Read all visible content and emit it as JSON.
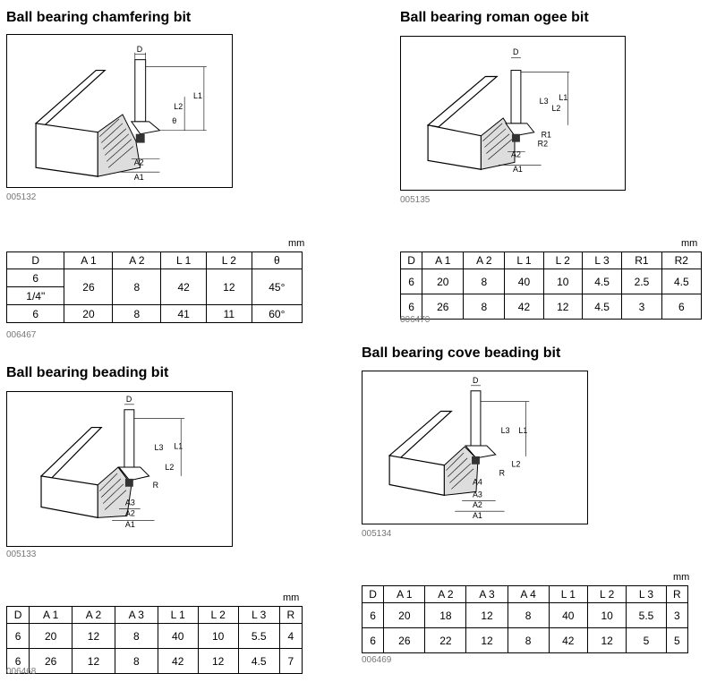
{
  "sections": {
    "chamfer": {
      "title": "Ball bearing chamfering bit",
      "fig_code": "005132",
      "table_code": "006467",
      "unit": "mm",
      "headers": [
        "D",
        "A 1",
        "A 2",
        "L 1",
        "L 2",
        "θ"
      ],
      "rows": [
        {
          "d1": "6",
          "d2": "1/4\"",
          "a1": "26",
          "a2": "8",
          "l1": "42",
          "l2": "12",
          "theta": "45°"
        },
        {
          "d": "6",
          "a1": "20",
          "a2": "8",
          "l1": "41",
          "l2": "11",
          "theta": "60°"
        }
      ],
      "fig_labels": {
        "d": "D",
        "l1": "L1",
        "l2": "L2",
        "a1": "A1",
        "a2": "A2",
        "theta": "θ"
      }
    },
    "roman_ogee": {
      "title": "Ball bearing roman ogee bit",
      "fig_code": "005135",
      "table_code": "006470",
      "unit": "mm",
      "headers": [
        "D",
        "A 1",
        "A 2",
        "L 1",
        "L 2",
        "L 3",
        "R1",
        "R2"
      ],
      "rows": [
        [
          "6",
          "20",
          "8",
          "40",
          "10",
          "4.5",
          "2.5",
          "4.5"
        ],
        [
          "6",
          "26",
          "8",
          "42",
          "12",
          "4.5",
          "3",
          "6"
        ]
      ],
      "fig_labels": {
        "d": "D",
        "l1": "L1",
        "l2": "L2",
        "l3": "L3",
        "a1": "A1",
        "a2": "A2",
        "r1": "R1",
        "r2": "R2"
      }
    },
    "beading": {
      "title": "Ball bearing beading bit",
      "fig_code": "005133",
      "table_code": "006468",
      "unit": "mm",
      "headers": [
        "D",
        "A 1",
        "A 2",
        "A 3",
        "L 1",
        "L 2",
        "L 3",
        "R"
      ],
      "rows": [
        [
          "6",
          "20",
          "12",
          "8",
          "40",
          "10",
          "5.5",
          "4"
        ],
        [
          "6",
          "26",
          "12",
          "8",
          "42",
          "12",
          "4.5",
          "7"
        ]
      ],
      "fig_labels": {
        "d": "D",
        "l1": "L1",
        "l2": "L2",
        "l3": "L3",
        "a1": "A1",
        "a2": "A2",
        "a3": "A3",
        "r": "R"
      }
    },
    "cove_beading": {
      "title": "Ball bearing cove beading bit",
      "fig_code": "005134",
      "table_code": "006469",
      "unit": "mm",
      "headers": [
        "D",
        "A 1",
        "A 2",
        "A 3",
        "A 4",
        "L 1",
        "L 2",
        "L 3",
        "R"
      ],
      "rows": [
        [
          "6",
          "20",
          "18",
          "12",
          "8",
          "40",
          "10",
          "5.5",
          "3"
        ],
        [
          "6",
          "26",
          "22",
          "12",
          "8",
          "42",
          "12",
          "5",
          "5"
        ]
      ],
      "fig_labels": {
        "d": "D",
        "l1": "L1",
        "l2": "L2",
        "l3": "L3",
        "a1": "A1",
        "a2": "A2",
        "a3": "A3",
        "a4": "A4",
        "r": "R"
      }
    }
  }
}
